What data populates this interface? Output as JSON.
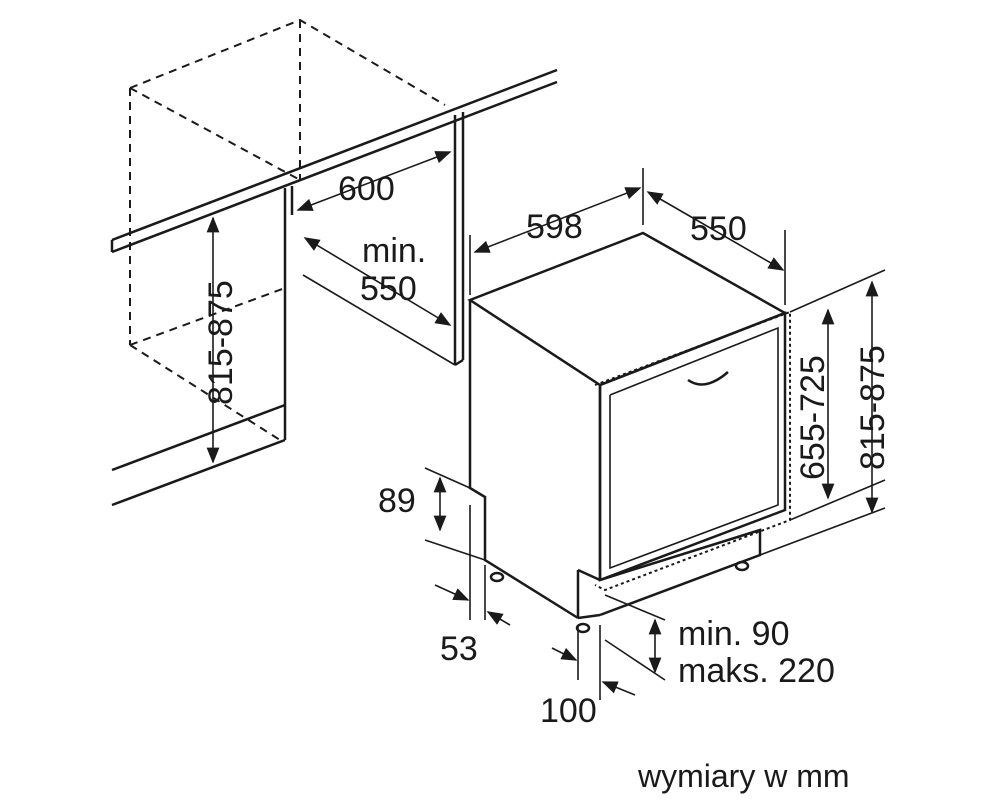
{
  "labels": {
    "niche_width": "600",
    "niche_depth_min": "min.",
    "niche_depth_value": "550",
    "niche_height": "815-875",
    "appliance_width": "598",
    "appliance_depth": "550",
    "door_height": "655-725",
    "appliance_height": "815-875",
    "plinth_height": "89",
    "plinth_recess": "53",
    "foot_offset": "100",
    "plinth_min": "min. 90",
    "plinth_max": "maks. 220",
    "units_note": "wymiary w mm"
  },
  "colors": {
    "line": "#1a1a1a",
    "background": "#ffffff"
  }
}
